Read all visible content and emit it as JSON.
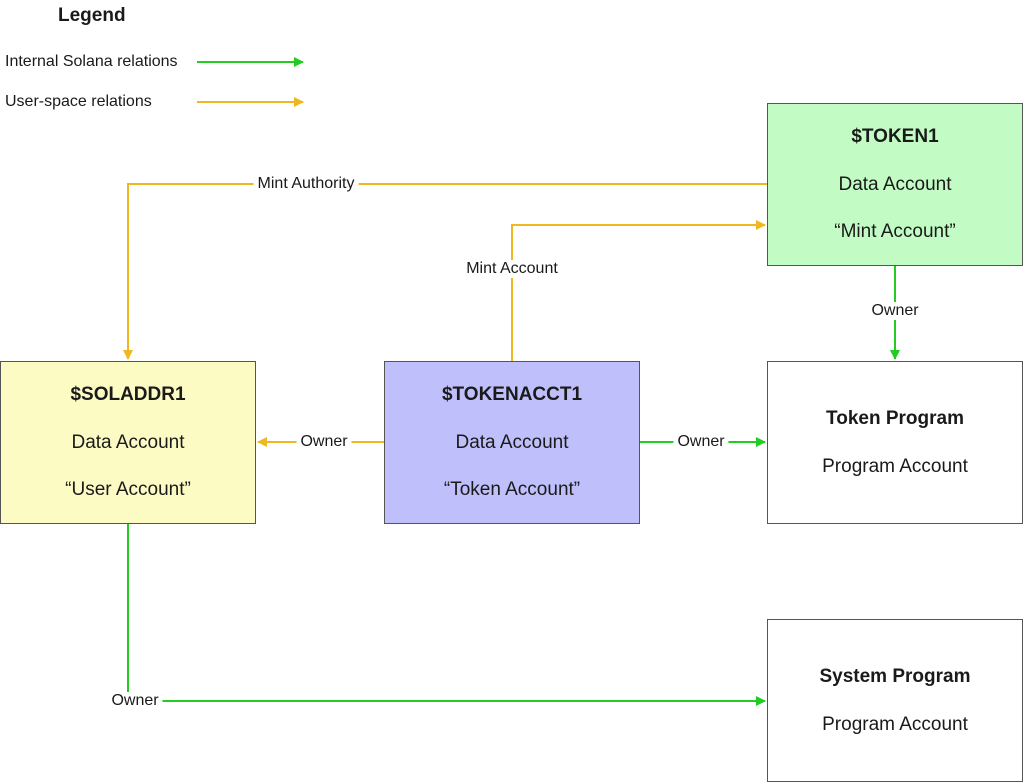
{
  "colors": {
    "internal": "#22cc22",
    "user_space": "#efb820",
    "token1_fill": "#c2fcc4",
    "soladdr1_fill": "#fdfbc4",
    "tokenacct1_fill": "#bfbffc",
    "program_fill": "#ffffff"
  },
  "legend": {
    "title": "Legend",
    "items": [
      {
        "label": "Internal Solana relations",
        "color": "internal"
      },
      {
        "label": "User-space relations",
        "color": "user_space"
      }
    ]
  },
  "nodes": {
    "token1": {
      "title": "$TOKEN1",
      "line1": "Data Account",
      "line2": "“Mint Account”"
    },
    "soladdr1": {
      "title": "$SOLADDR1",
      "line1": "Data Account",
      "line2": "“User Account”"
    },
    "tokenacct1": {
      "title": "$TOKENACCT1",
      "line1": "Data Account",
      "line2": "“Token Account”"
    },
    "token_program": {
      "title": "Token Program",
      "line1": "Program Account"
    },
    "system_program": {
      "title": "System Program",
      "line1": "Program Account"
    }
  },
  "edges": {
    "mint_authority": {
      "label": "Mint Authority",
      "from": "$TOKEN1",
      "to": "$SOLADDR1",
      "kind": "user_space"
    },
    "mint_account": {
      "label": "Mint Account",
      "from": "$TOKENACCT1",
      "to": "$TOKEN1",
      "kind": "user_space"
    },
    "token1_owner": {
      "label": "Owner",
      "from": "$TOKEN1",
      "to": "Token Program",
      "kind": "internal"
    },
    "tokenacct1_user_owner": {
      "label": "Owner",
      "from": "$TOKENACCT1",
      "to": "$SOLADDR1",
      "kind": "user_space"
    },
    "tokenacct1_program_owner": {
      "label": "Owner",
      "from": "$TOKENACCT1",
      "to": "Token Program",
      "kind": "internal"
    },
    "soladdr1_owner": {
      "label": "Owner",
      "from": "$SOLADDR1",
      "to": "System Program",
      "kind": "internal"
    }
  }
}
